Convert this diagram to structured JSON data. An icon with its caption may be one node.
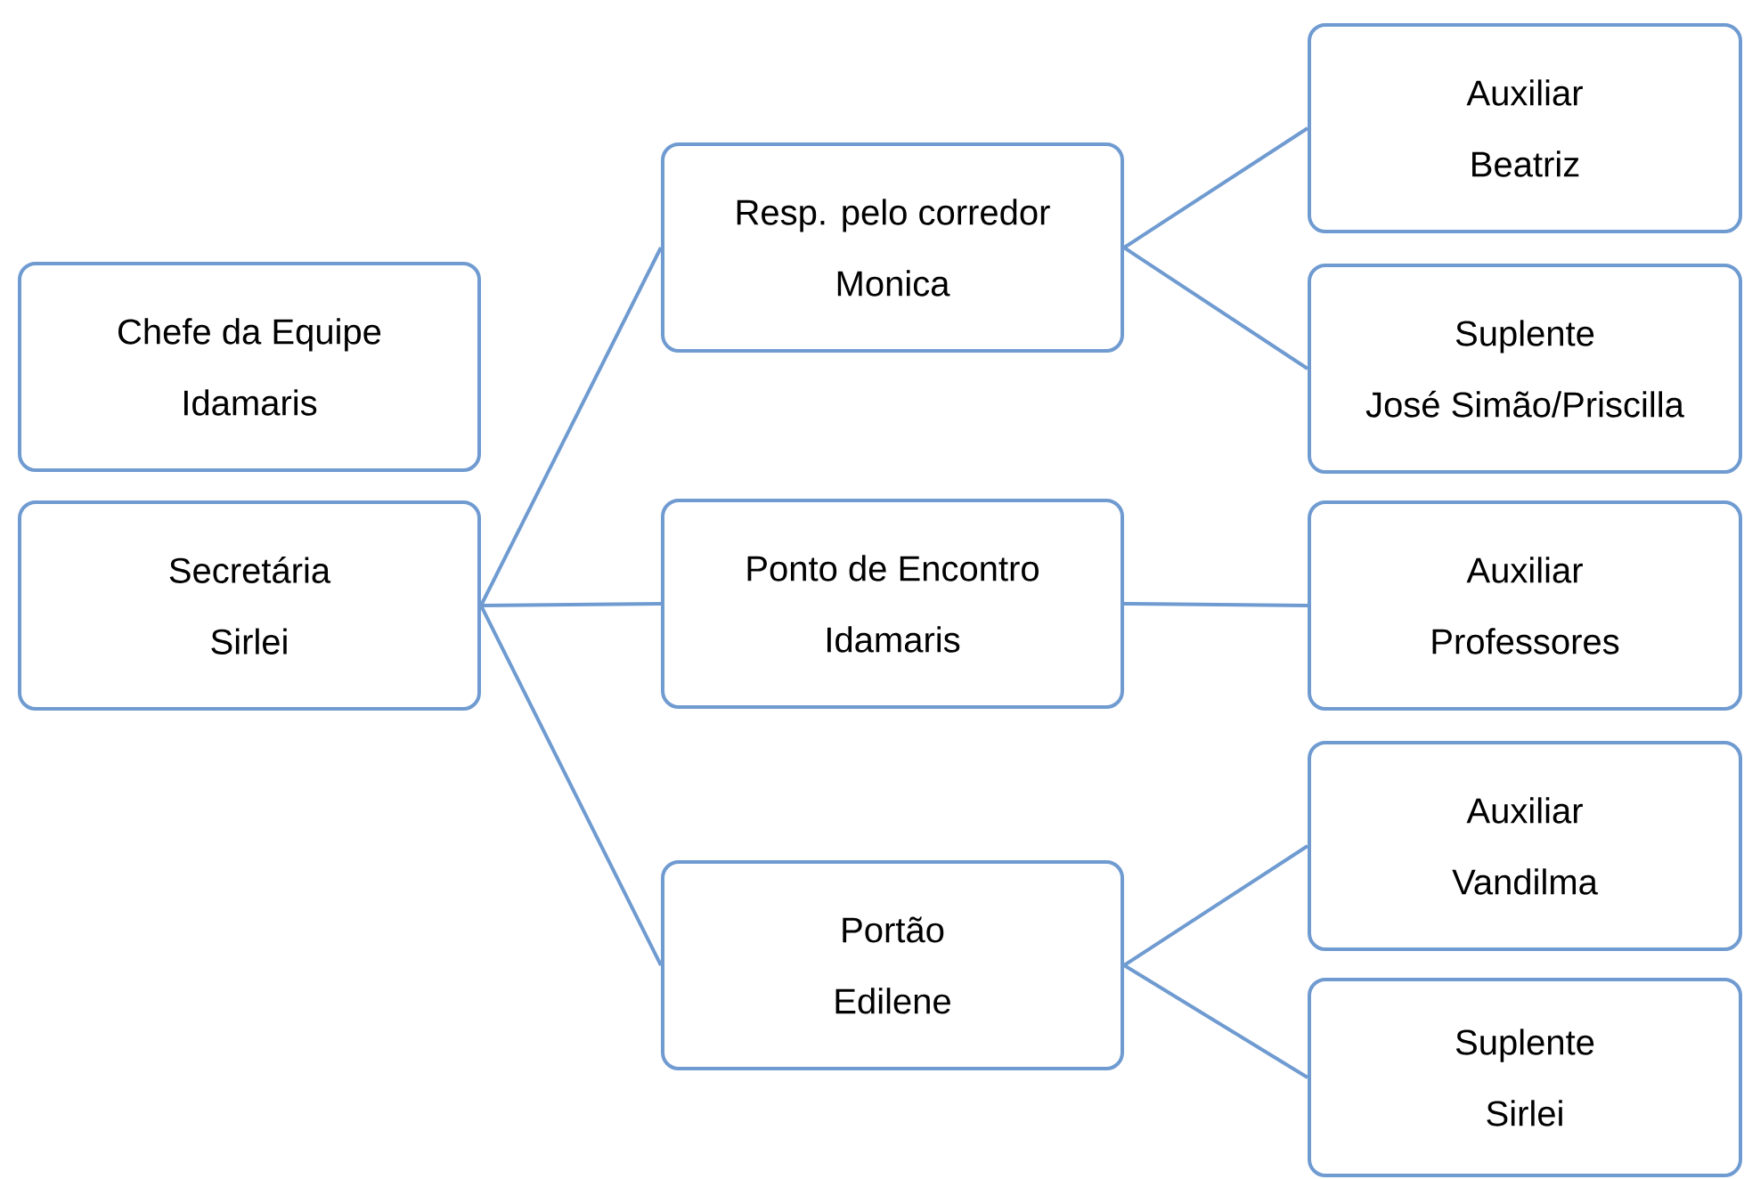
{
  "diagram": {
    "nodes": [
      {
        "text": [
          "Chefe da Equipe",
          "Idamaris"
        ]
      },
      {
        "text": [
          "Secretária",
          "Sirlei"
        ]
      },
      {
        "text": [
          "Resp. pelo corredor",
          "Monica"
        ]
      },
      {
        "text": [
          "Ponto de Encontro",
          "Idamaris"
        ]
      },
      {
        "text": [
          "Portão",
          "Edilene"
        ]
      },
      {
        "text": [
          "Auxiliar",
          "Beatriz"
        ]
      },
      {
        "text": [
          "Suplente",
          "José Simão/Priscilla"
        ]
      },
      {
        "text": [
          "Auxiliar",
          "Professores"
        ]
      },
      {
        "text": [
          "Auxiliar",
          "Vandilma"
        ]
      },
      {
        "text": [
          "Suplente",
          "Sirlei"
        ]
      }
    ],
    "edges": [
      {
        "from": 1,
        "to": 2,
        "arrow": "none"
      },
      {
        "from": 1,
        "to": 3,
        "arrow": "none"
      },
      {
        "from": 1,
        "to": 4,
        "arrow": "none"
      },
      {
        "from": 2,
        "to": 5,
        "arrow": "none"
      },
      {
        "from": 2,
        "to": 6,
        "arrow": "none"
      },
      {
        "from": 3,
        "to": 7,
        "arrow": "none"
      },
      {
        "from": 4,
        "to": 8,
        "arrow": "none"
      },
      {
        "from": 4,
        "to": 9,
        "arrow": "none"
      }
    ]
  }
}
